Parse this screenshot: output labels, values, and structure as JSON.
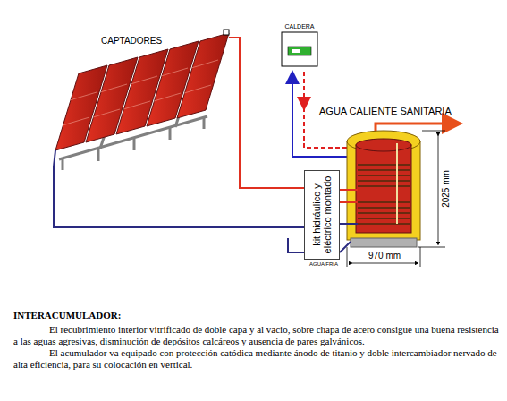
{
  "diagram": {
    "nodes": [
      {
        "text": [
          "CAPTADORES"
        ]
      },
      {
        "text": [
          "CALDERA"
        ]
      },
      {
        "text": [
          "kit hidráulico y eléctrico montado"
        ]
      }
    ],
    "edges": [
      {
        "from": 0,
        "to": 2,
        "arrow": "none"
      },
      {
        "from": 0,
        "to": 2,
        "arrow": "none"
      }
    ],
    "labels": [
      "AGUA CALIENTE SANITARIA",
      "2025 mm",
      "970 mm",
      "AGUA FRIA",
      "INTERACUMULADOR:",
      "El recubrimiento interior vitrificado de doble capa y al vacio, sobre chapa de acero consigue una buena resistencia a las aguas agresivas, disminución de depósitos calcáreos y ausencia de pares galvánicos.",
      "El acumulador va equipado con protección catódica mediante ánodo de titanio y doble intercambiador nervado de alta eficiencia, para su colocación en vertical."
    ]
  }
}
